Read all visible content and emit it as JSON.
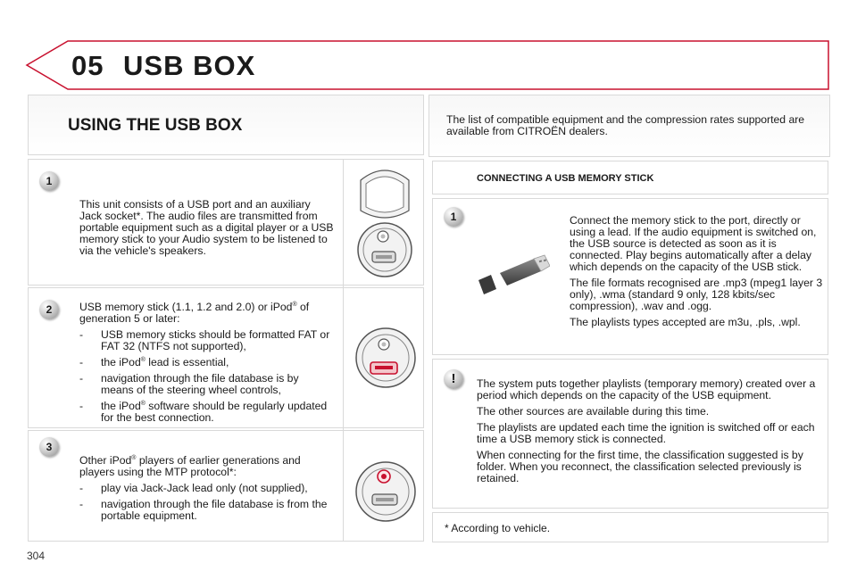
{
  "header": {
    "chapter_number": "05",
    "chapter_title": "USB BOX",
    "accent_color": "#c8102e"
  },
  "left": {
    "section_title": "USING THE USB BOX",
    "block1": {
      "badge": "1",
      "text": "This unit consists of a USB port and an auxiliary Jack socket*. The audio files are transmitted from portable equipment such as a digital player or a USB memory stick to your Audio system to be listened to via the vehicle's speakers."
    },
    "block2": {
      "badge": "2",
      "intro_a": "USB memory stick (1.1, 1.2 and 2.0) or iPod",
      "intro_reg": "®",
      "intro_b": " of generation 5 or later:",
      "bullets": [
        {
          "a": "USB memory sticks should be formatted FAT or FAT 32 (NTFS not supported),",
          "reg": "",
          "b": ""
        },
        {
          "a": "the iPod",
          "reg": "®",
          "b": " lead is essential,"
        },
        {
          "a": "navigation through the file database is by means of the steering wheel controls,",
          "reg": "",
          "b": ""
        },
        {
          "a": "the iPod",
          "reg": "®",
          "b": " software should be regularly updated for the best connection."
        }
      ]
    },
    "block3": {
      "badge": "3",
      "intro_a": "Other iPod",
      "intro_reg": "®",
      "intro_b": " players of earlier generations and players using the MTP protocol*:",
      "bullets": [
        {
          "text": "play via Jack-Jack lead only (not supplied),"
        },
        {
          "text": "navigation through the file database is from the portable equipment."
        }
      ]
    }
  },
  "right": {
    "intro": "The list of compatible equipment and the compression rates supported are available from CITROËN dealers.",
    "connect_title": "CONNECTING A USB MEMORY STICK",
    "connect": {
      "badge": "1",
      "p1": "Connect the memory stick to the port, directly or using a lead. If the audio equipment is switched on, the USB source is detected as soon as it is connected. Play begins automatically after a delay which depends on the capacity of the USB stick.",
      "p2": "The file formats recognised are .mp3 (mpeg1 layer 3 only), .wma (standard 9 only, 128 kbits/sec compression), .wav and .ogg.",
      "p3": "The playlists types accepted are m3u, .pls, .wpl."
    },
    "warning": {
      "badge": "!",
      "p1": "The system puts together playlists (temporary memory) created over a period which depends on the capacity of the USB equipment.",
      "p2": "The other sources are available during this time.",
      "p3": "The playlists are updated each time the ignition is switched off or each time a USB memory stick is connected.",
      "p4": "When connecting for the first time, the classification suggested is by folder. When you reconnect, the classification selected previously is retained."
    },
    "footnote": "* According to vehicle."
  },
  "page_number": "304"
}
